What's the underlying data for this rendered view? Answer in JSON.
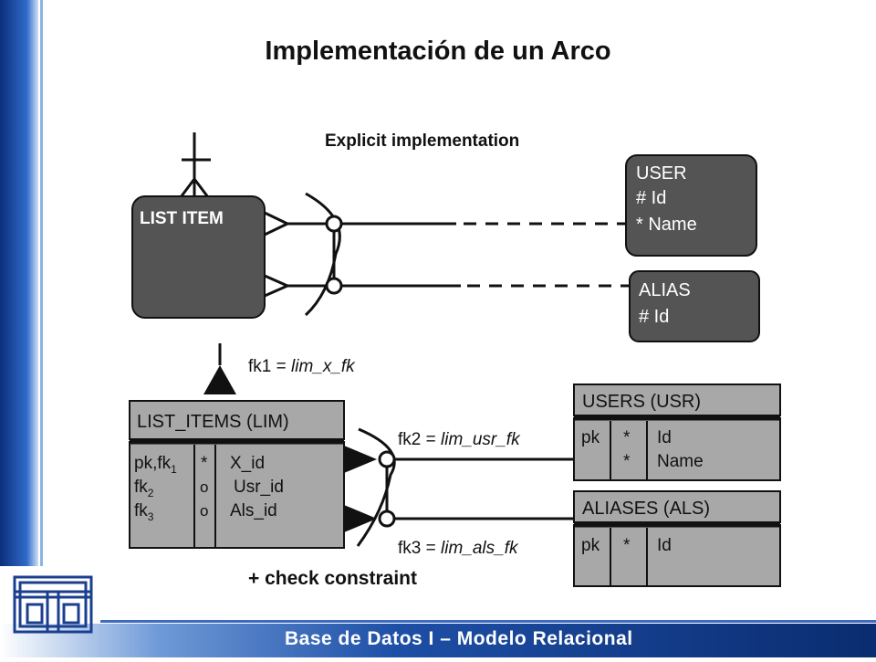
{
  "slide": {
    "title": "Implementación de un Arco",
    "footer": "Base de Datos I – Modelo Relacional"
  },
  "diagram": {
    "explicit_heading": "Explicit implementation",
    "list_item": {
      "name": "LIST ITEM"
    },
    "user": {
      "name": "USER",
      "attr1": "# Id",
      "attr2": "* Name"
    },
    "alias": {
      "name": "ALIAS",
      "attr1": "# Id"
    },
    "fk1": {
      "prefix": "fk1 = ",
      "name": "lim_x_fk"
    },
    "fk2": {
      "prefix": "fk2 = ",
      "name": "lim_usr_fk"
    },
    "fk3": {
      "prefix": "fk3 = ",
      "name": "lim_als_fk"
    },
    "list_items_table": {
      "name": "LIST_ITEMS (LIM)",
      "keys": [
        {
          "base": "pk,fk",
          "sub": "1"
        },
        {
          "base": "fk",
          "sub": "2"
        },
        {
          "base": "fk",
          "sub": "3"
        }
      ],
      "opts": [
        "*",
        "o",
        "o"
      ],
      "cols": [
        "X_id",
        "Usr_id",
        "Als_id"
      ]
    },
    "users_table": {
      "name": "USERS (USR)",
      "keys": [
        "pk",
        ""
      ],
      "opts": [
        "*",
        "*"
      ],
      "cols": [
        "Id",
        "Name"
      ]
    },
    "aliases_table": {
      "name": "ALIASES (ALS)",
      "keys": [
        "pk"
      ],
      "opts": [
        "*"
      ],
      "cols": [
        "Id"
      ]
    },
    "check_constraint": "+ check constraint"
  }
}
